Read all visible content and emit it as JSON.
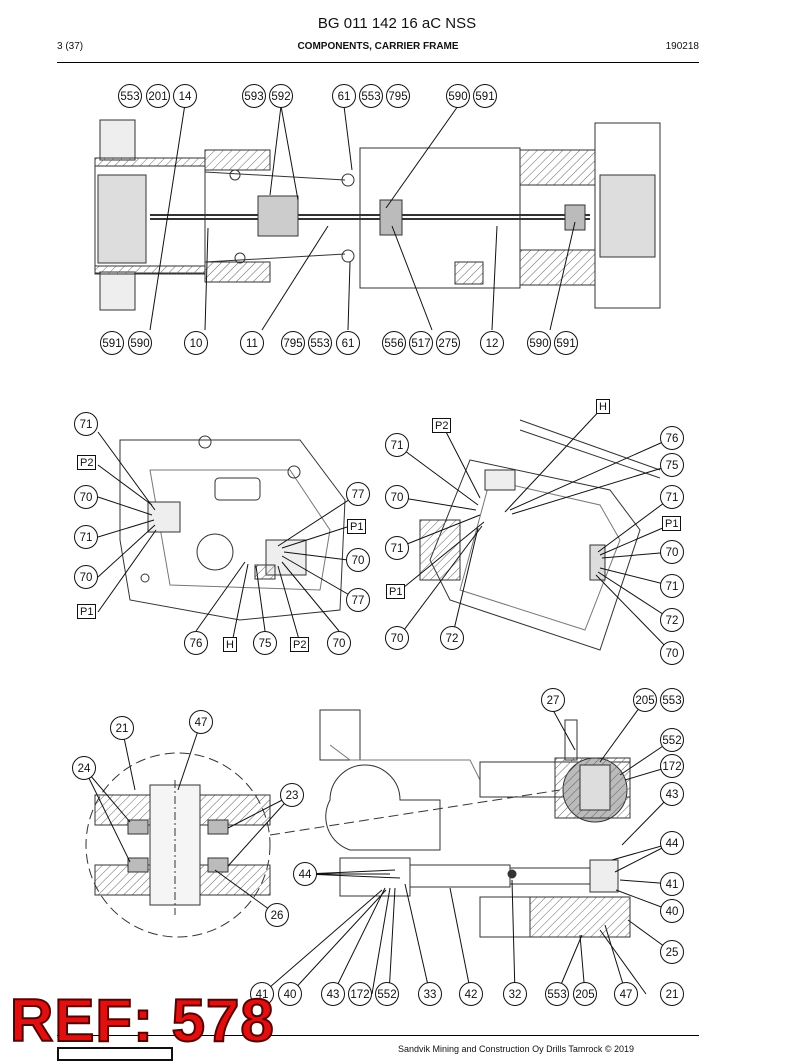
{
  "header": {
    "title": "BG 011 142 16 aC NSS",
    "page": "3 (37)",
    "section": "COMPONENTS, CARRIER FRAME",
    "doc_code": "190218"
  },
  "callouts": [
    "553",
    "201",
    "14",
    "593",
    "592",
    "61",
    "553",
    "795",
    "590",
    "591",
    "591",
    "590",
    "10",
    "11",
    "795",
    "553",
    "61",
    "556",
    "517",
    "275",
    "12",
    "590",
    "591",
    "71",
    "70",
    "71",
    "70",
    "76",
    "75",
    "70",
    "77",
    "70",
    "77",
    "71",
    "70",
    "71",
    "70",
    "72",
    "76",
    "75",
    "71",
    "70",
    "71",
    "72",
    "70",
    "21",
    "47",
    "24",
    "23",
    "26",
    "44",
    "43",
    "172",
    "552",
    "33",
    "42",
    "32",
    "553",
    "205",
    "47",
    "21",
    "27",
    "205",
    "553",
    "552",
    "172",
    "43",
    "44",
    "41",
    "40",
    "25",
    "41",
    "40"
  ],
  "tags": [
    "P2",
    "P1",
    "H",
    "P2",
    "P1",
    "P2",
    "P1",
    "P1",
    "H"
  ],
  "watermark": "REF: 578",
  "footer": "Sandvik Mining and Construction Oy Drills Tamrock © 2019"
}
